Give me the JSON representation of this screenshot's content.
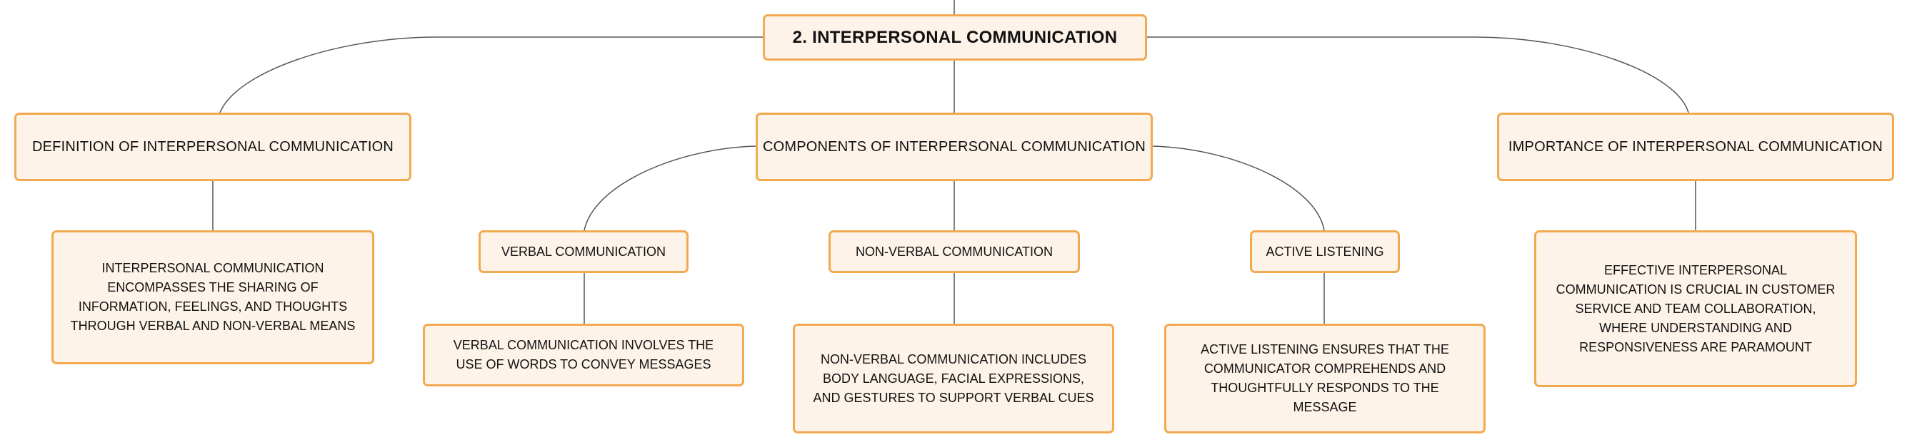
{
  "root": {
    "label": "2. INTERPERSONAL COMMUNICATION"
  },
  "definition": {
    "label": "DEFINITION OF INTERPERSONAL COMMUNICATION",
    "detail": "INTERPERSONAL COMMUNICATION ENCOMPASSES THE SHARING OF INFORMATION, FEELINGS, AND THOUGHTS THROUGH VERBAL AND NON-VERBAL MEANS"
  },
  "components": {
    "label": "COMPONENTS OF INTERPERSONAL COMMUNICATION",
    "children": [
      {
        "label": "VERBAL COMMUNICATION",
        "detail": "VERBAL COMMUNICATION INVOLVES THE USE OF WORDS TO CONVEY MESSAGES"
      },
      {
        "label": "NON-VERBAL COMMUNICATION",
        "detail": "NON-VERBAL COMMUNICATION INCLUDES BODY LANGUAGE, FACIAL EXPRESSIONS, AND GESTURES TO SUPPORT VERBAL CUES"
      },
      {
        "label": "ACTIVE LISTENING",
        "detail": "ACTIVE LISTENING ENSURES THAT THE COMMUNICATOR COMPREHENDS AND THOUGHTFULLY RESPONDS TO THE MESSAGE"
      }
    ]
  },
  "importance": {
    "label": "IMPORTANCE OF INTERPERSONAL COMMUNICATION",
    "detail": "EFFECTIVE INTERPERSONAL COMMUNICATION IS CRUCIAL IN CUSTOMER SERVICE AND TEAM COLLABORATION, WHERE UNDERSTANDING AND RESPONSIVENESS ARE PARAMOUNT"
  },
  "colors": {
    "node_border": "#f3a94f",
    "node_fill": "#fdf3e9",
    "connector": "#555555"
  }
}
